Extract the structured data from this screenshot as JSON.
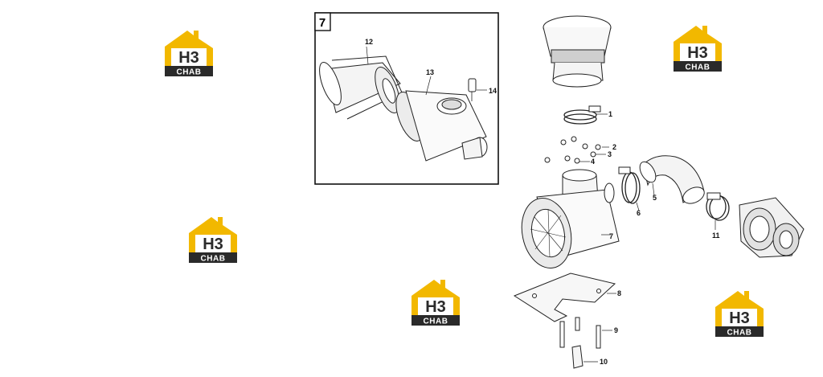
{
  "diagram": {
    "inset_number": "7",
    "part_labels": [
      "1",
      "2",
      "3",
      "4",
      "5",
      "6",
      "7",
      "8",
      "9",
      "10",
      "11",
      "12",
      "13",
      "14"
    ]
  },
  "watermark": {
    "logo_mark": "H3",
    "logo_caption": "CHAB"
  },
  "colors": {
    "logo_yellow": "#f2b800",
    "logo_dark": "#2a2a2a",
    "line": "#222222",
    "shade": "#dddddd"
  }
}
